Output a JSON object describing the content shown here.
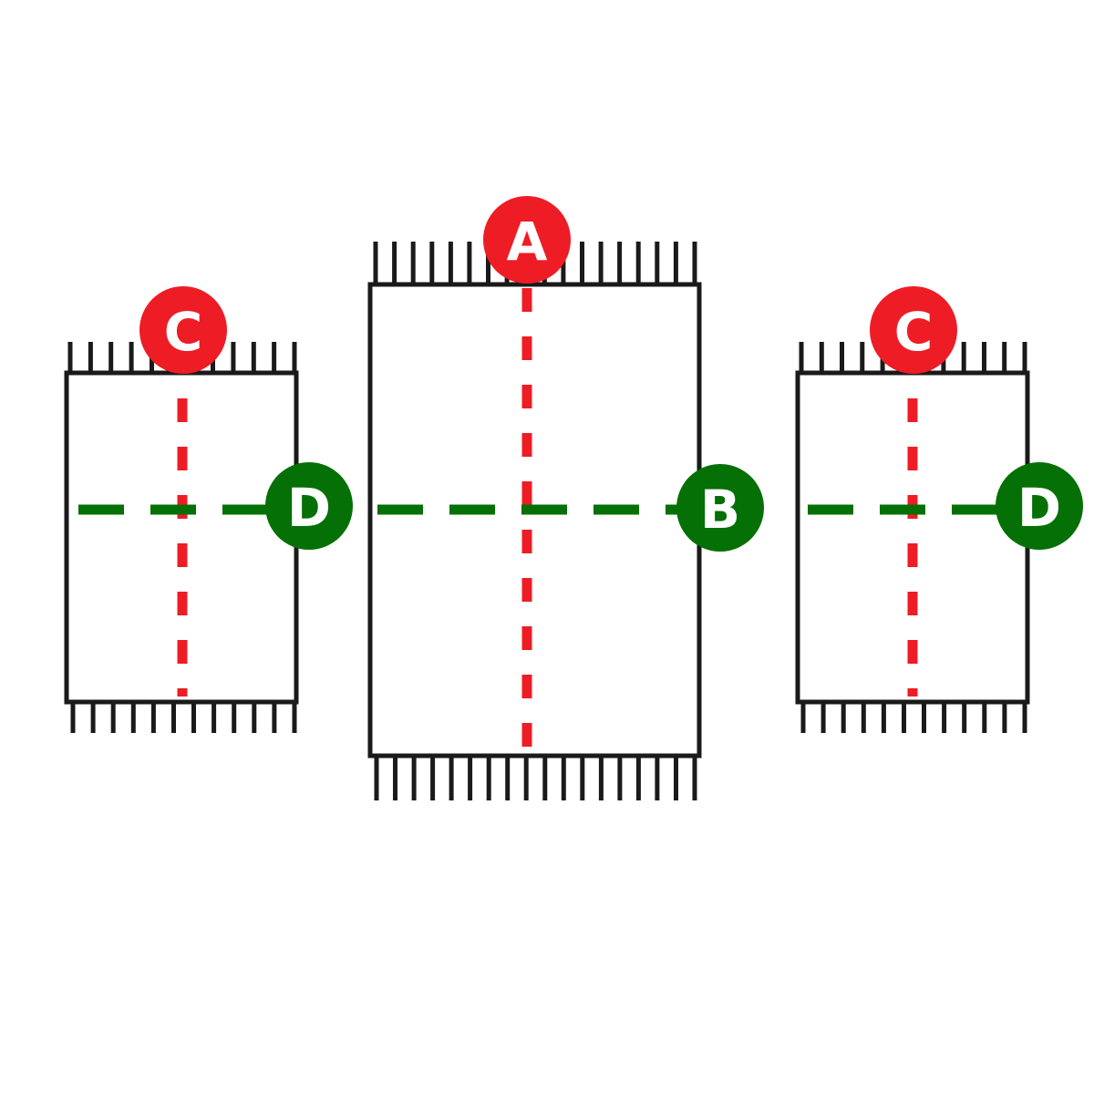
{
  "colors": {
    "outline": "#1a1a1a",
    "length_marker": "#ee1c25",
    "width_marker": "#047005",
    "background": "#ffffff"
  },
  "rugs": [
    {
      "id": "left-runner",
      "length_label": "C",
      "width_label": "D"
    },
    {
      "id": "center-rug",
      "length_label": "A",
      "width_label": "B"
    },
    {
      "id": "right-runner",
      "length_label": "C",
      "width_label": "D"
    }
  ]
}
